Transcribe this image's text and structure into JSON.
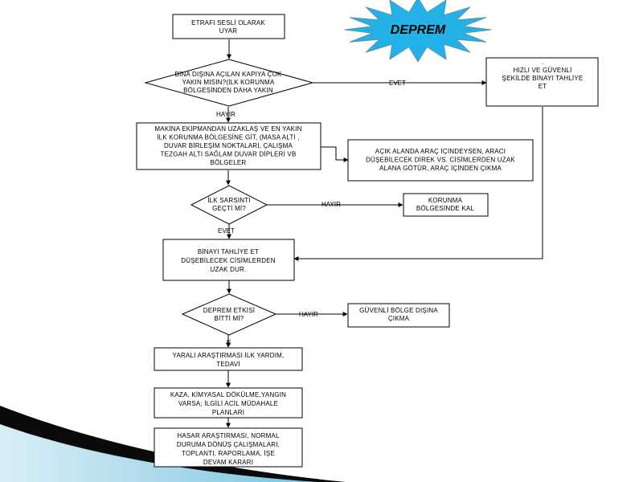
{
  "title": "DEPREM",
  "colors": {
    "burst_fill": "#22b2e8",
    "swoosh_dark": "#0a0a0a",
    "swoosh_light": "#bfe4f0",
    "line": "#000000"
  },
  "nodes": {
    "n1": [
      "ETRAFI SESLİ OLARAK",
      "UYAR"
    ],
    "d1": [
      "BİNA DIŞINA AÇILAN KAPIYA ÇOK",
      "YAKIN MISIN?(İLK KORUNMA",
      "BÖLGESİNDEN DAHA YAKIN"
    ],
    "n_right": [
      ".",
      "HIZLI VE GÜVENLİ",
      "ŞEKİLDE BİNAYI TAHLİYE",
      "ET"
    ],
    "n2": [
      "MAKİNA EKİPMANDAN UZAKLAŞ VE EN YAKIN",
      "İLK KORUNMA BÖLGESİNE GİT, (MASA ALTI ,",
      "DUVAR BİRLEŞİM NOKTALARI, ÇALIŞMA",
      "TEZGAH ALTI SAĞLAM DUVAR DİPLERİ VB",
      "BÖLGELER"
    ],
    "n_car": [
      "AÇIK ALANDA ARAÇ İÇİNDEYSEN, ARACI",
      "DÜŞEBİLECEK DİREK VS. CİSİMLERDEN UZAK",
      "ALANA GÖTÜR, ARAÇ İÇİNDEN ÇIKMA"
    ],
    "d2": [
      "İLK SARSINTI",
      "GEÇTİ Mİ?"
    ],
    "n_stay": [
      "KORUNMA",
      "BÖLGESİNDE KAL"
    ],
    "n3": [
      "BİNAYI TAHLİYE ET",
      "DÜŞEBİLECEK CİSİMLERDEN",
      "UZAK DUR."
    ],
    "d3": [
      "DEPREM ETKİSİ",
      "BİTTİ Mİ?"
    ],
    "n_safe": [
      "GÜVENLİ BÖLGE DIŞINA",
      "ÇIKMA"
    ],
    "n4": [
      "YARALI ARAŞTIRMASI İLK YARDIM,",
      "TEDAVİ"
    ],
    "n5": [
      "KAZA, KİMYASAL DÖKÜLME,YANGIN",
      "VARSA; İLGİLİ ACİL MÜDAHALE",
      "PLANLARI"
    ],
    "n6": [
      "HASAR ARAŞTIRMASI, NORMAL",
      "DURUMA DÖNÜŞ ÇALIŞMALARI,",
      "TOPLANTI, RAPORLAMA, İŞE",
      "DEVAM KARARI"
    ]
  },
  "edge_labels": {
    "evet1": "EVET",
    "hayir1": "HAYIR",
    "hayir2": "HAYIR",
    "evet2": "EVET",
    "hayir3": "HAYIR",
    "e_small": "E"
  }
}
